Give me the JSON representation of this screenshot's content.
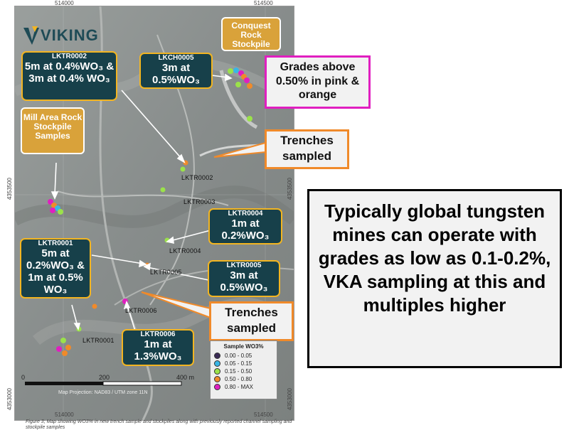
{
  "coords": {
    "top_x1": "514000",
    "top_x2": "514500",
    "bottom_x1": "514000",
    "bottom_x2": "514500",
    "left_y1": "4353500",
    "left_y2": "4353000",
    "right_y1": "4353500",
    "right_y2": "4353000"
  },
  "logo_text": "VIKING",
  "boxes": {
    "lktr0002": {
      "id": "LKTR0002",
      "text": "5m at 0.4%WO₃ & 3m at 0.4% WO₃"
    },
    "lkch0005": {
      "id": "LKCH0005",
      "text": "3m at 0.5%WO₃"
    },
    "lktr0004": {
      "id": "LKTR0004",
      "text": "1m at 0.2%WO₃"
    },
    "lktr0001": {
      "id": "LKTR0001",
      "text": "5m at 0.2%WO₃ & 1m at 0.5% WO₃"
    },
    "lktr0005": {
      "id": "LKTR0005",
      "text": "3m at 0.5%WO₃"
    },
    "lktr0006": {
      "id": "LKTR0006",
      "text": "1m at 1.3%WO₃"
    }
  },
  "yellow_boxes": {
    "conquest": "Conquest Rock Stockpile",
    "mill_area": "Mill Area Rock Stockpile Samples"
  },
  "callouts": {
    "grades": "Grades above 0.50% in pink & orange",
    "trenches_top": "Trenches sampled",
    "trenches_bottom": "Trenches sampled",
    "summary": "Typically global tungsten mines can operate with grades as low as 0.1-0.2%, VKA sampling at this and multiples higher"
  },
  "trench_labels": {
    "t2": "LKTR0002",
    "t3": "LKTR0003",
    "t4": "LKTR0004",
    "t5": "LKTR0005",
    "t6": "LKTR0006",
    "t1": "LKTR0001"
  },
  "legend": {
    "title": "Sample WO3%",
    "items": [
      {
        "label": "0.00 - 0.05",
        "color": "#3a2a55"
      },
      {
        "label": "0.05 - 0.15",
        "color": "#39b6e6"
      },
      {
        "label": "0.15 - 0.50",
        "color": "#9be24a"
      },
      {
        "label": "0.50 - 0.80",
        "color": "#f08a2a"
      },
      {
        "label": "0.80 - MAX",
        "color": "#e01fc0"
      }
    ]
  },
  "scale": {
    "zero": "0",
    "mid": "200",
    "end": "400 m"
  },
  "projection": "Map Projection: NAD83 / UTM zone 11N",
  "caption": "Figure 3; Map showing WO3% in new trench sample and stockpiles along with previously reported channel sampling and stockpile samples"
}
